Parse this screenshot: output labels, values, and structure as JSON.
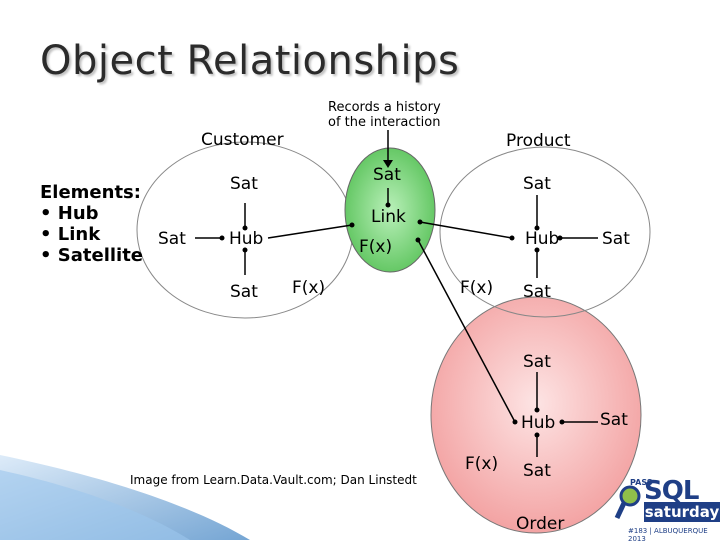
{
  "title": "Object Relationships",
  "elements": {
    "heading": "Elements:",
    "items": [
      "• Hub",
      "• Link",
      "• Satellite"
    ]
  },
  "annotation": {
    "line1": "Records a history",
    "line2": "of the interaction"
  },
  "customer": {
    "label": "Customer",
    "sat_top": "Sat",
    "sat_left": "Sat",
    "hub": "Hub",
    "sat_bottom": "Sat",
    "fx": "F(x)"
  },
  "link_group": {
    "sat": "Sat",
    "link": "Link",
    "fx": "F(x)"
  },
  "product": {
    "label": "Product",
    "sat_top": "Sat",
    "hub": "Hub",
    "sat_right": "Sat",
    "sat_bottom": "Sat",
    "fx": "F(x)"
  },
  "order": {
    "label": "Order",
    "sat_top": "Sat",
    "hub": "Hub",
    "sat_right": "Sat",
    "sat_bottom": "Sat",
    "fx": "F(x)"
  },
  "credit": "Image from Learn.Data.Vault.com; Dan Linstedt",
  "logo": {
    "pass": "PASS",
    "sql": "SQL",
    "saturday": "saturday",
    "sub": "#183 | ALBUQUERQUE 2013"
  },
  "colors": {
    "order_fill": "#f4a6a6",
    "link_fill": "#7fd07f",
    "accent_blue": "#3a7fc1",
    "logo_blue": "#1f3f86"
  }
}
